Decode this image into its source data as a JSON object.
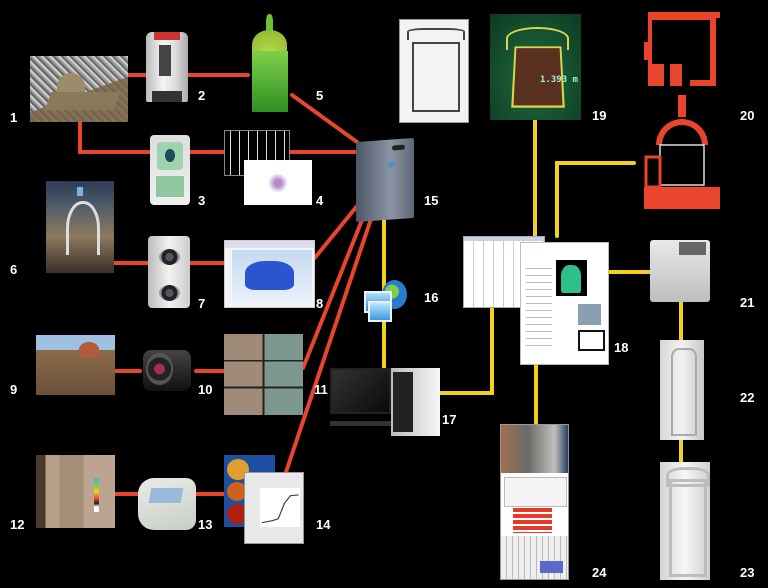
{
  "title": "Integrated survey, documentation and replication workflow",
  "colors": {
    "background": "#000000",
    "acquisition_link": "#e8452c",
    "processing_link": "#f2d21a",
    "label": "#ffffff"
  },
  "nodes": [
    {
      "id": "1",
      "label": "1",
      "content": "aerial-photo-of-church-complex"
    },
    {
      "id": "2",
      "label": "2",
      "content": "laser-scanner"
    },
    {
      "id": "3",
      "label": "3",
      "content": "total-station"
    },
    {
      "id": "4",
      "label": "4",
      "content": "survey-data-plots"
    },
    {
      "id": "5",
      "label": "5",
      "content": "point-cloud-chapel-model"
    },
    {
      "id": "6",
      "label": "6",
      "content": "chapel-interior-photo"
    },
    {
      "id": "7",
      "label": "7",
      "content": "3d-triangulation-scanner"
    },
    {
      "id": "8",
      "label": "8",
      "content": "3d-mesh-software-window"
    },
    {
      "id": "9",
      "label": "9",
      "content": "exterior-facade-photo"
    },
    {
      "id": "10",
      "label": "10",
      "content": "digital-camera"
    },
    {
      "id": "11",
      "label": "11",
      "content": "sculpture-detail-photos"
    },
    {
      "id": "12",
      "label": "12",
      "content": "stone-surface-with-color-chart"
    },
    {
      "id": "13",
      "label": "13",
      "content": "colorimeter"
    },
    {
      "id": "14",
      "label": "14",
      "content": "pigment-analysis-software"
    },
    {
      "id": "15",
      "label": "15",
      "content": "server"
    },
    {
      "id": "16",
      "label": "16",
      "content": "network"
    },
    {
      "id": "17",
      "label": "17",
      "content": "workstation-pc"
    },
    {
      "id": "18",
      "label": "18",
      "content": "database-records-and-report"
    },
    {
      "id": "19",
      "label": "19",
      "content": "3d-viewer-measurement",
      "readout": "1.393 m"
    },
    {
      "id": "20",
      "label": "20",
      "content": "plan-and-section-drawings"
    },
    {
      "id": "21",
      "label": "21",
      "content": "3d-printer"
    },
    {
      "id": "22",
      "label": "22",
      "content": "printed-mould"
    },
    {
      "id": "23",
      "label": "23",
      "content": "physical-replica"
    },
    {
      "id": "24",
      "label": "24",
      "content": "monitoring-sheet"
    }
  ],
  "historical_drawing": {
    "content": "historical-door-drawing"
  },
  "links": {
    "red": [
      [
        "1",
        "2"
      ],
      [
        "2",
        "5"
      ],
      [
        "1",
        "3"
      ],
      [
        "3",
        "4"
      ],
      [
        "4",
        "15"
      ],
      [
        "5",
        "15"
      ],
      [
        "6",
        "7"
      ],
      [
        "7",
        "8"
      ],
      [
        "8",
        "15"
      ],
      [
        "9",
        "10"
      ],
      [
        "10",
        "11"
      ],
      [
        "11",
        "15"
      ],
      [
        "12",
        "13"
      ],
      [
        "13",
        "14"
      ],
      [
        "14",
        "15"
      ]
    ],
    "yellow": [
      [
        "15",
        "16"
      ],
      [
        "16",
        "17"
      ],
      [
        "17",
        "18"
      ],
      [
        "19",
        "18"
      ],
      [
        "20",
        "18"
      ],
      [
        "18",
        "21"
      ],
      [
        "21",
        "22"
      ],
      [
        "22",
        "23"
      ],
      [
        "18",
        "24"
      ]
    ]
  }
}
